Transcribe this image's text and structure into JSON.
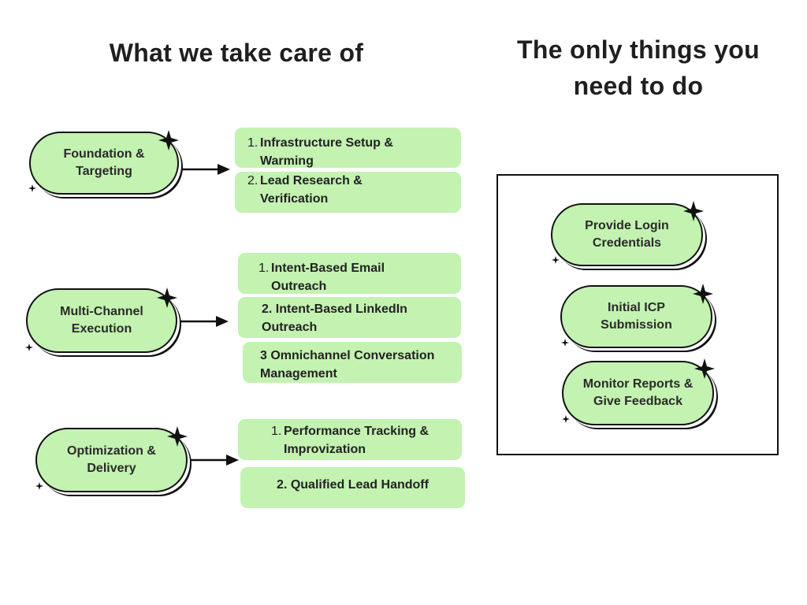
{
  "left": {
    "heading": "What we take care of",
    "groups": [
      {
        "label": "Foundation & Targeting",
        "items": [
          {
            "num": "1.",
            "text": "Infrastructure Setup & Warming"
          },
          {
            "num": "2.",
            "text": "Lead Research & Verification"
          }
        ]
      },
      {
        "label": "Multi-Channel Execution",
        "items": [
          {
            "num": "1.",
            "text": "Intent-Based Email Outreach"
          },
          {
            "num": "",
            "text": "2. Intent-Based LinkedIn Outreach"
          },
          {
            "num": "",
            "text": "3 Omnichannel Conversation Management"
          }
        ]
      },
      {
        "label": "Optimization & Delivery",
        "items": [
          {
            "num": "1.",
            "text": "Performance Tracking & Improvization"
          },
          {
            "num": "",
            "text": "2. Qualified Lead Handoff"
          }
        ]
      }
    ]
  },
  "right": {
    "heading": "The only things you need to do",
    "items": [
      {
        "label": "Provide Login Credentials"
      },
      {
        "label": "Initial ICP Submission"
      },
      {
        "label": "Monitor Reports & Give Feedback"
      }
    ]
  },
  "colors": {
    "pill_fill": "#c3f2b1",
    "outline": "#111111",
    "text": "#222222"
  },
  "icons": {
    "sparkle": "four-point-star",
    "arrow": "right-arrow"
  }
}
